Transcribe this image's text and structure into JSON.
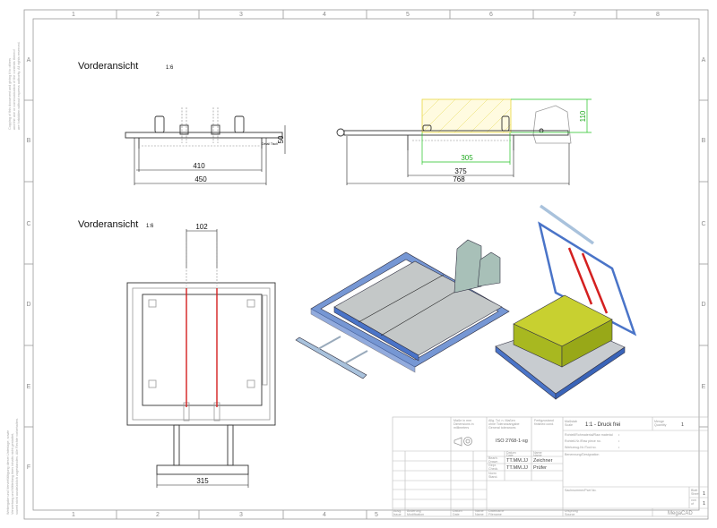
{
  "grid": {
    "columns": [
      "1",
      "2",
      "3",
      "4",
      "5",
      "6",
      "7",
      "8"
    ],
    "rows": [
      "A",
      "B",
      "C",
      "D",
      "E",
      "F"
    ]
  },
  "side_notes": {
    "copyright_en": [
      "Copying of this document and giving it to others",
      "and the use or communication of the contents thereof",
      "are forbidden without express authority. All rights reserved."
    ],
    "copyright_de": [
      "Weitergabe und Vervielfältigung dieser Unterlage, sowie",
      "Verwertung und Mitteilung ihres Inhalts nicht gestattet,",
      "soweit nicht ausdrücklich zugestanden. Alle Rechte vorbehalten."
    ]
  },
  "views": {
    "front_top": {
      "title": "Vorderansicht",
      "scale": "1:6",
      "dims": {
        "inner": "410",
        "outer": "450",
        "height": "50"
      },
      "note": "Detail Tisch"
    },
    "side": {
      "dims": {
        "block_height": "110",
        "block_width": "305",
        "frame": "375",
        "overall": "768"
      }
    },
    "front_bottom": {
      "title": "Vorderansicht",
      "scale": "1:6",
      "dims": {
        "spacing": "102",
        "base": "315"
      }
    }
  },
  "colors": {
    "dimension_green": "#22c322",
    "gas_spring_red": "#d42020",
    "block_yellow": "#b8c820",
    "frame_blue": "#4a74c8"
  },
  "title_block": {
    "units": [
      "Maße in mm",
      "Dimensions in",
      "millimeters"
    ],
    "tolerance_label": [
      "Allg. Tol. n. Maßen",
      "ohne Toleranzangabe",
      "General tolerances"
    ],
    "tolerance_value": "ISO 2768-1-sg",
    "finish_label": [
      "Fertigzustand",
      "finished cond."
    ],
    "scale_label": [
      "Maßstab",
      "Scale"
    ],
    "scale_value": "1:1 - Druck frei",
    "quantity_label": [
      "Menge",
      "Quantity"
    ],
    "quantity_value": "1",
    "material_label": "Rohteil/Rohmaterial/Raw material",
    "raw_piece_label": "Rohteil-Nr./Raw piece no.",
    "tool_label": "Werkzeug-Nr./Tool no.",
    "bullet": "•",
    "date_label": [
      "Datum",
      "Date"
    ],
    "name_label": [
      "Name",
      "Name"
    ],
    "drawn_label": [
      "Bearb.",
      "Drawn"
    ],
    "checked_label": [
      "Gepr.",
      "Check."
    ],
    "norm_label": [
      "Norm",
      "Stand."
    ],
    "drawn_date": "TT.MM.JJ",
    "drawn_name": "Zeichner",
    "checked_date": "TT.MM.JJ",
    "checked_name": "Prüfer",
    "designation_label": "Benennung/Designation",
    "part_number_label": "Sachnummer/Part No.",
    "sheet_label": [
      "Blatt",
      "Sheet"
    ],
    "sheet_value": "1",
    "of_label": [
      "von",
      "of"
    ],
    "of_value": "1",
    "issue_label": [
      "Ausg.",
      "Issue"
    ],
    "modification_label": [
      "Änderung",
      "Modification"
    ],
    "filename_label": [
      "Dateiname",
      "Filename"
    ],
    "origin_label": [
      "Ursprung",
      "Source"
    ],
    "software": "MegaCAD"
  }
}
